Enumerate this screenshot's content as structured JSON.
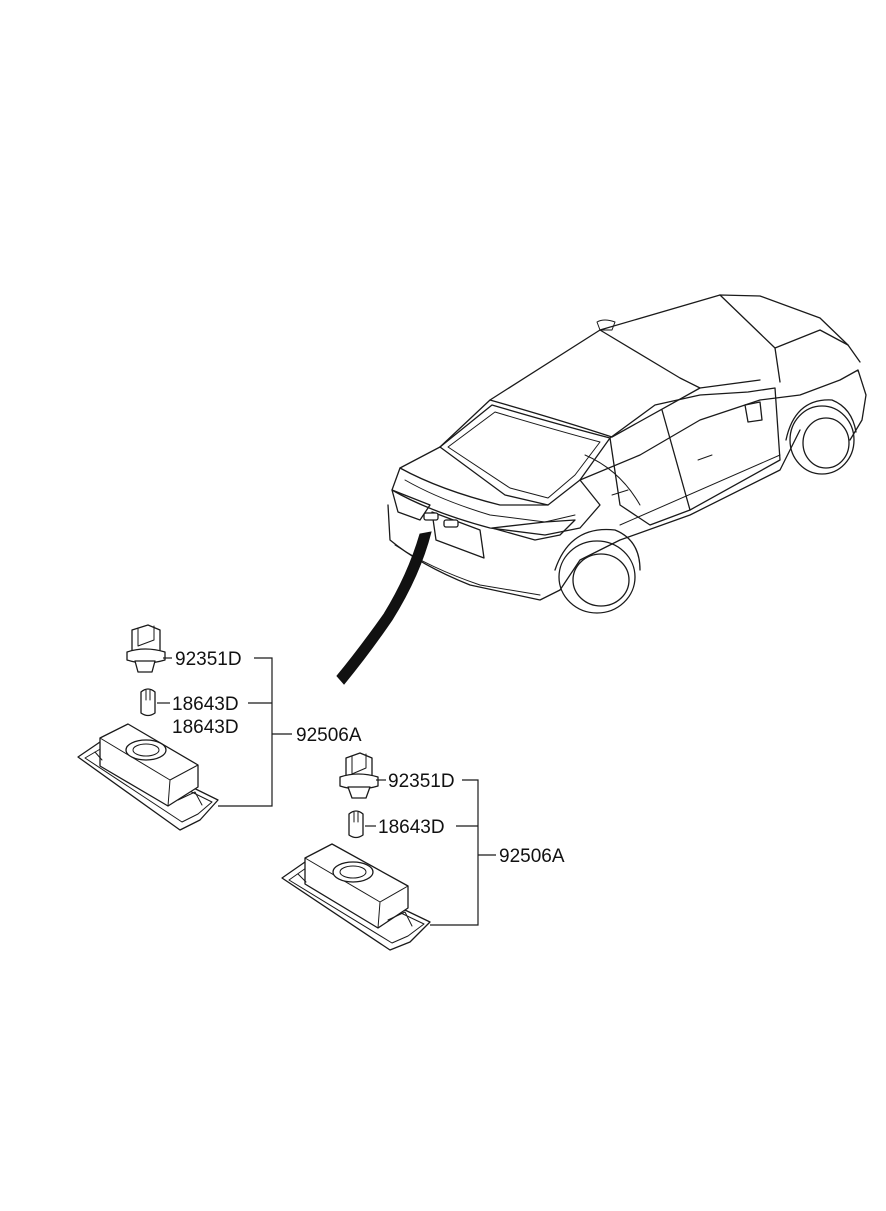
{
  "labels": {
    "upper": {
      "socket": "92351D",
      "bulb_1": "18643D",
      "bulb_2": "18643D",
      "assembly": "92506A"
    },
    "lower": {
      "socket": "92351D",
      "bulb": "18643D",
      "assembly": "92506A"
    }
  }
}
